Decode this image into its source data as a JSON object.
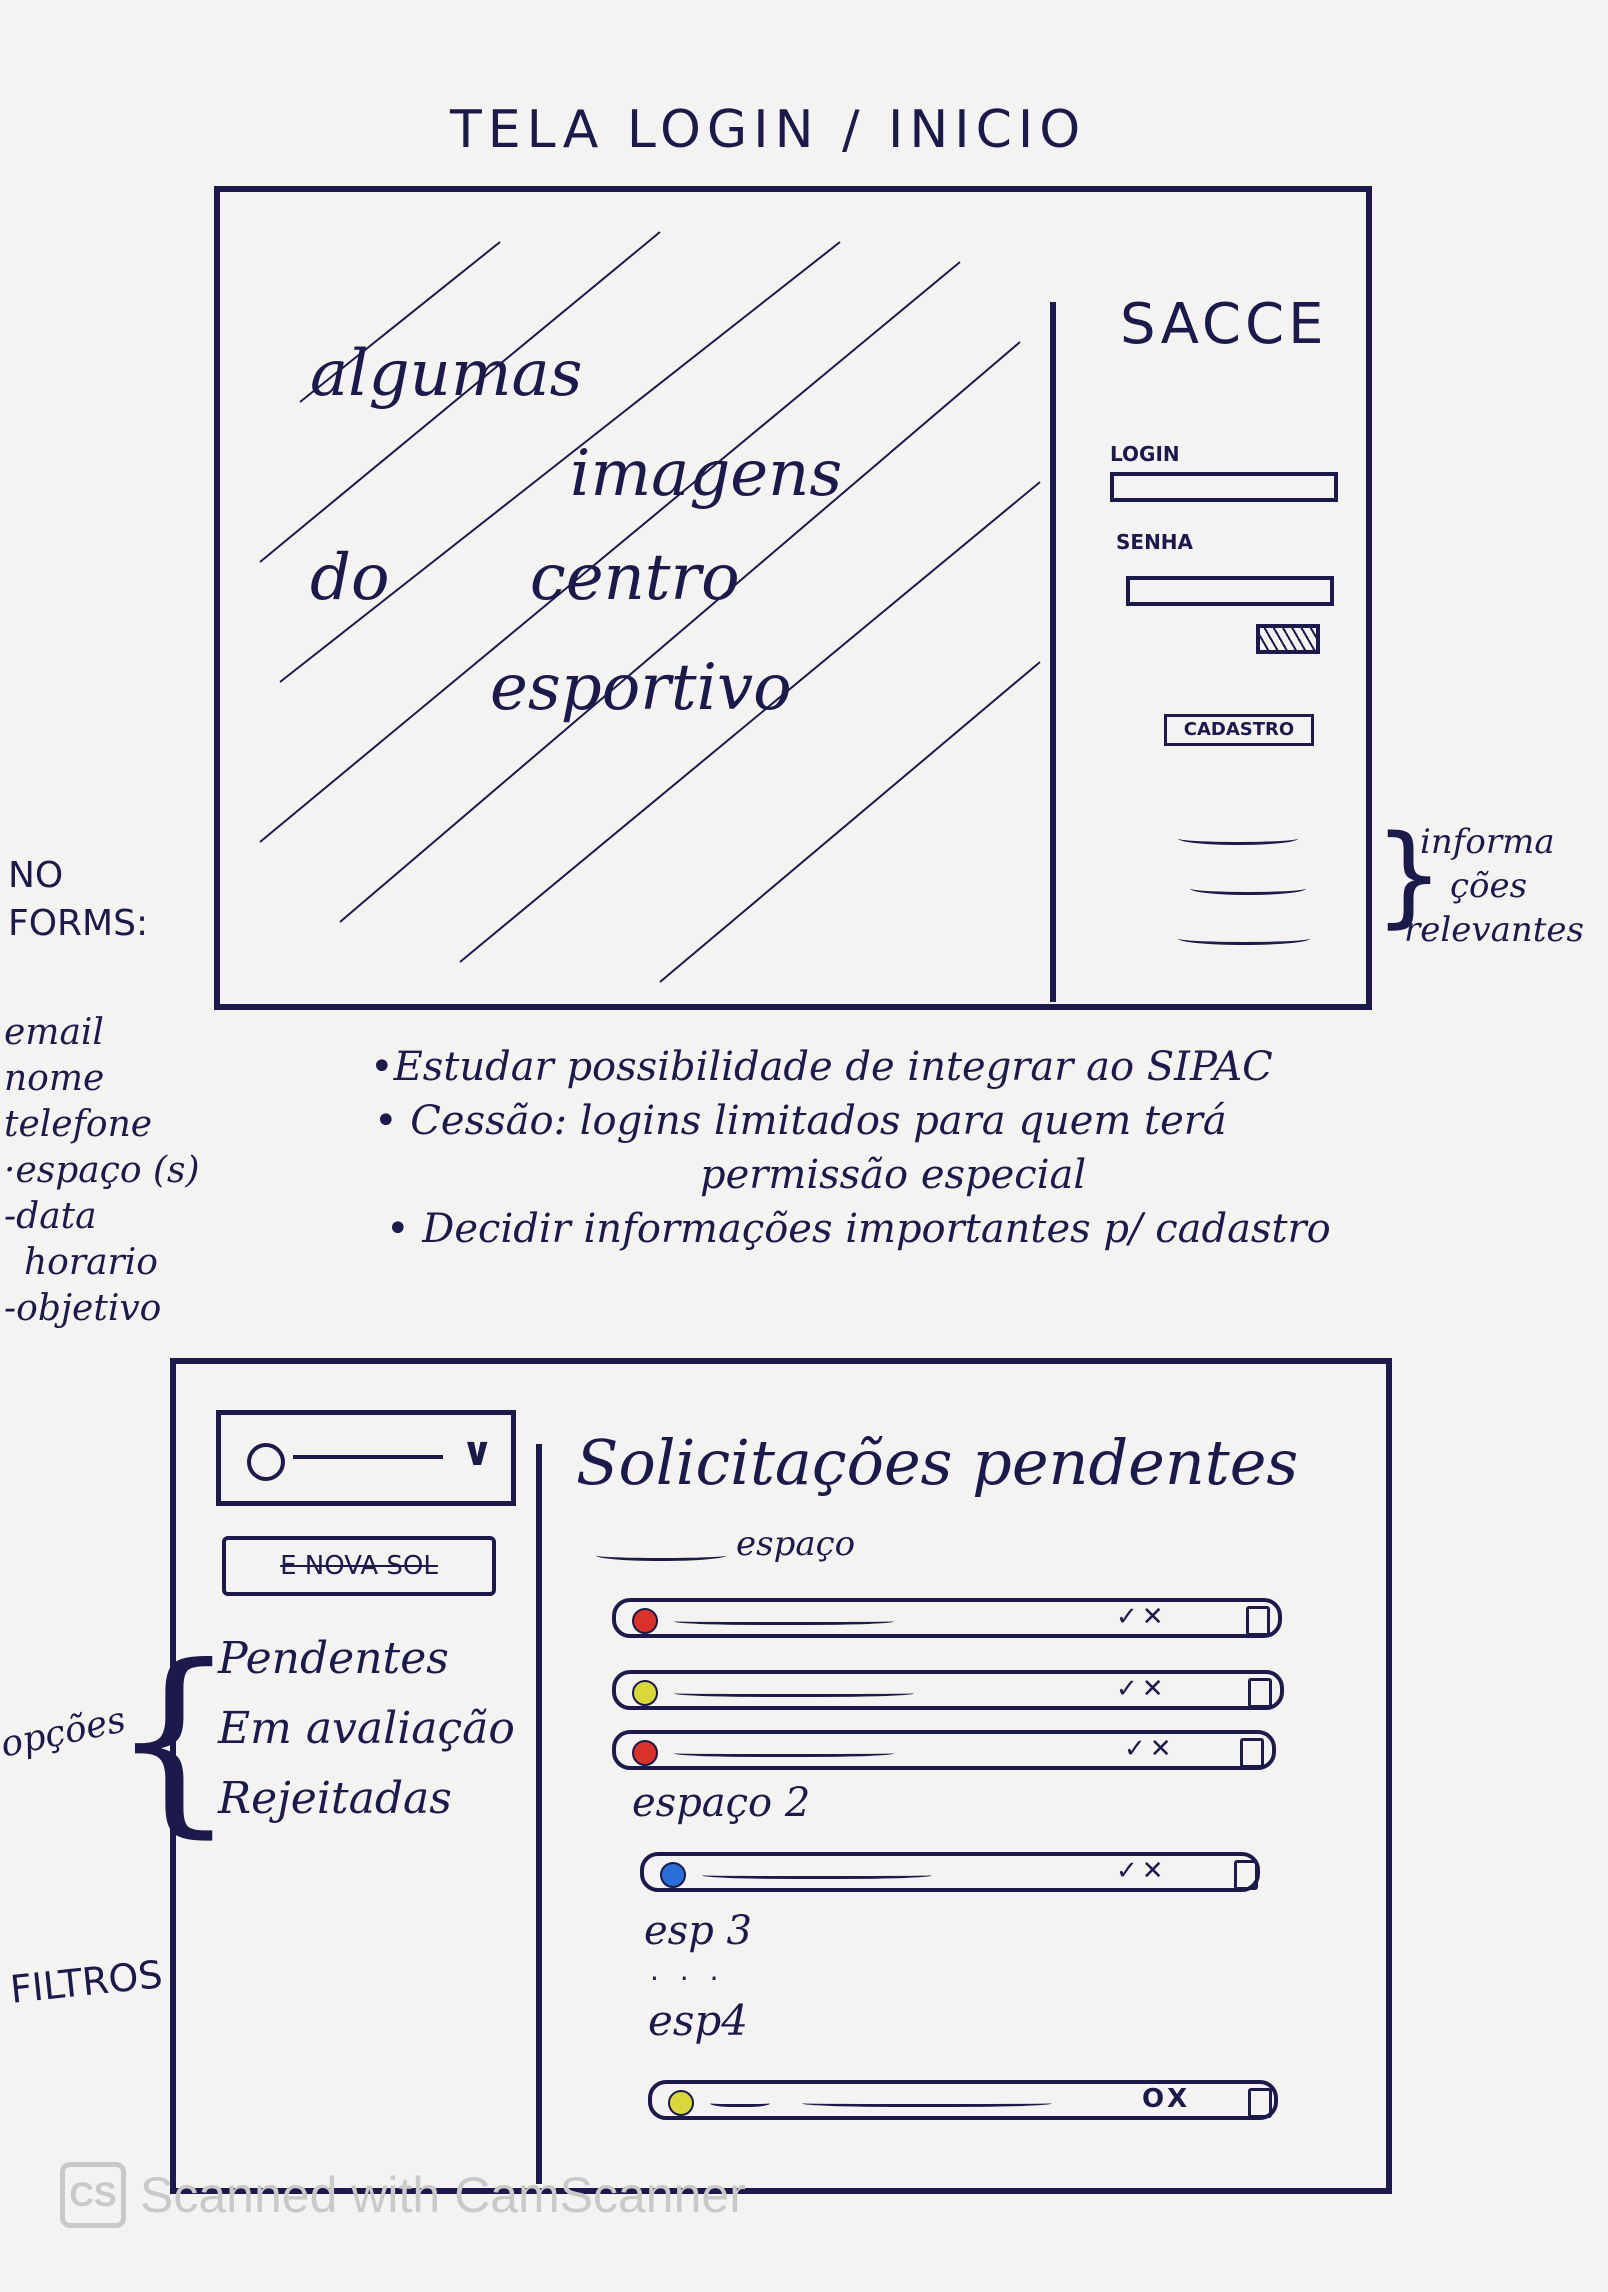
{
  "title": "TELA  LOGIN / INICIO",
  "login_screen": {
    "images_note": [
      "algumas",
      "imagens",
      "do",
      "centro",
      "esportivo"
    ],
    "app_name": "SACCE",
    "login_label": "LOGIN",
    "senha_label": "SENHA",
    "cadastro_button": "CADASTRO",
    "info_note": [
      "informa",
      "ções",
      "relevantes"
    ]
  },
  "forms_note": {
    "heading": [
      "NO",
      "FORMS:"
    ],
    "fields": [
      "email",
      "nome",
      "telefone",
      "·espaço (s)",
      "-data",
      "horario",
      "-objetivo"
    ]
  },
  "notes": [
    "•Estudar possibilidade de integrar ao SIPAC",
    "• Cessão: logins limitados para quem terá",
    "permissão especial",
    "• Decidir informações importantes p/ cadastro"
  ],
  "dashboard": {
    "nova_button": "E NOVA SOL",
    "menu": [
      "Pendentes",
      "Em avaliação",
      "Rejeitadas"
    ],
    "opcoes_label": "opções",
    "filtros_label": "FILTROS",
    "heading": "Solicitações pendentes",
    "groups": [
      {
        "label": "espaço",
        "rows": [
          {
            "color": "#d8322a",
            "actions": "✓✕"
          },
          {
            "color": "#d8d83a",
            "actions": "✓✕"
          },
          {
            "color": "#d8322a",
            "actions": "✓✕"
          }
        ]
      },
      {
        "label": "espaço 2",
        "rows": [
          {
            "color": "#2a6fd8",
            "actions": "✓✕"
          }
        ]
      },
      {
        "label": "esp 3",
        "rows": []
      },
      {
        "label": "esp4",
        "rows": [
          {
            "color": "#d8d83a",
            "actions": "OX"
          }
        ]
      }
    ],
    "ellipsis": ". . ."
  },
  "watermark": {
    "badge": "CS",
    "text": "Scanned with CamScanner"
  }
}
